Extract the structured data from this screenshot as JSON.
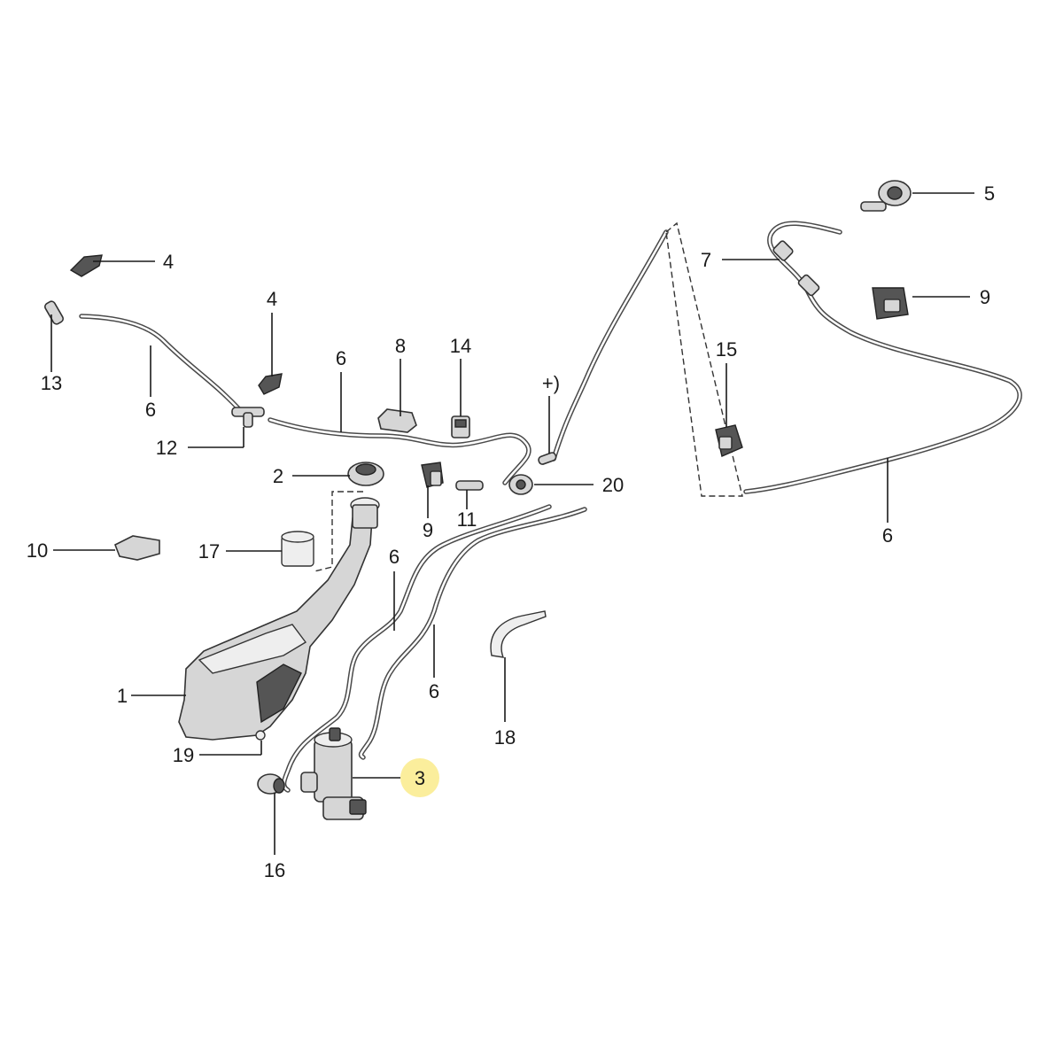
{
  "callouts": {
    "c1": "1",
    "c2": "2",
    "c3": "3",
    "c4a": "4",
    "c4b": "4",
    "c5": "5",
    "c6a": "6",
    "c6b": "6",
    "c6c": "6",
    "c6d": "6",
    "c6e": "6",
    "c7": "7",
    "c8": "8",
    "c9a": "9",
    "c9b": "9",
    "c10": "10",
    "c11": "11",
    "c12": "12",
    "c13": "13",
    "c14": "14",
    "c15": "15",
    "c16": "16",
    "c17": "17",
    "c18": "18",
    "c19": "19",
    "c20": "20",
    "cplus": "+)"
  },
  "highlight": {
    "callout": "3",
    "color": "#fbee9c"
  }
}
